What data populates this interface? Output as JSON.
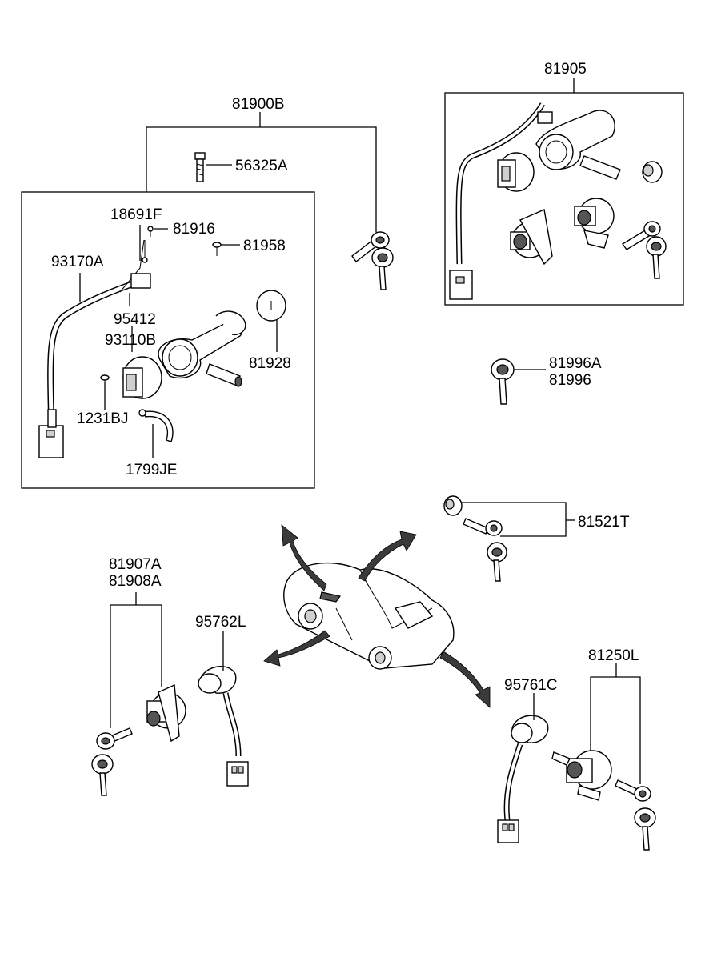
{
  "labels": {
    "l81905": "81905",
    "l81900B": "81900B",
    "l56325A": "56325A",
    "l18691F": "18691F",
    "l81916": "81916",
    "l81958": "81958",
    "l93170A": "93170A",
    "l95412": "95412",
    "l93110B": "93110B",
    "l81928": "81928",
    "l1231BJ": "1231BJ",
    "l1799JE": "1799JE",
    "l81996A": "81996A",
    "l81996": "81996",
    "l81521T": "81521T",
    "l81907A": "81907A",
    "l81908A": "81908A",
    "l95762L": "95762L",
    "l95761C": "95761C",
    "l81250L": "81250L"
  }
}
